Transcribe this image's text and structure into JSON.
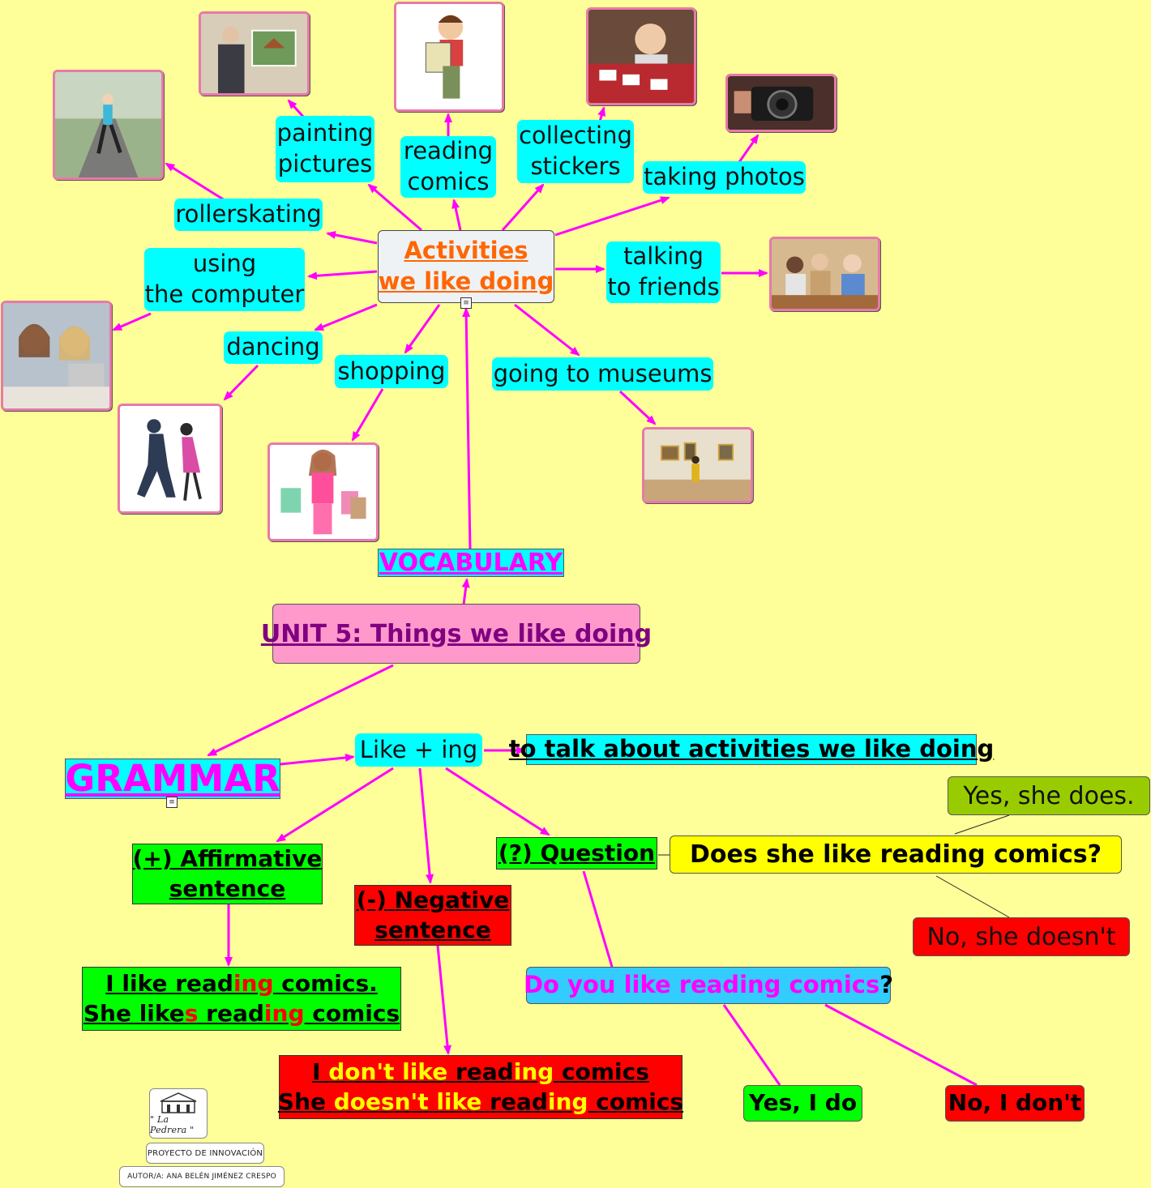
{
  "center": {
    "line1": "Activities",
    "line2": "we like doing"
  },
  "vocab": {
    "rollerskating": "rollerskating",
    "painting": {
      "line1": "painting",
      "line2": "pictures"
    },
    "reading": {
      "line1": "reading",
      "line2": "comics"
    },
    "collecting": {
      "line1": "collecting",
      "line2": "stickers"
    },
    "photos": "taking photos",
    "computer": {
      "line1": "using",
      "line2": "the computer"
    },
    "talking": {
      "line1": "talking",
      "line2": "to friends"
    },
    "dancing": "dancing",
    "shopping": "shopping",
    "museums": "going to museums"
  },
  "vocabulary_label": "VOCABULARY",
  "unit_title": "UNIT 5: Things we like doing",
  "grammar_label": "GRAMMAR",
  "like_ing": "Like + ing",
  "purpose": "to talk about activities we like doing",
  "affirmative": {
    "line1": "(+) Affirmative",
    "line2": "sentence"
  },
  "affirmative_examples": {
    "l1": [
      "I like read",
      "ing",
      " comics."
    ],
    "l2": [
      "She like",
      "s",
      " read",
      "ing",
      " comics"
    ]
  },
  "negative": {
    "line1": "(-) Negative",
    "line2": "sentence"
  },
  "negative_examples": {
    "l1": [
      "I ",
      "don't like ",
      "read",
      "ing",
      " comics"
    ],
    "l2": [
      "She ",
      "doesn't like ",
      "read",
      "ing",
      " comics"
    ]
  },
  "question": "(?) Question",
  "q_she": "Does she like reading comics?",
  "ans_she_yes": "Yes, she does.",
  "ans_she_no": "No, she doesn't",
  "q_you": {
    "main": "Do you like reading comics",
    "mark": "?"
  },
  "ans_you_yes": "Yes, I do",
  "ans_you_no": "No, I don't",
  "credits": {
    "logo": "\" La Pedrera \"",
    "project": "PROYECTO DE INNOVACIÓN",
    "author": "AUTOR/A: ANA BELÉN JIMÉNEZ CRESPO"
  },
  "colors": {
    "background": "#ffff99",
    "connector": "#ff00ff",
    "cyan": "#00ffff",
    "pink": "#ff99cc",
    "green": "#00ff00",
    "red": "#ff0000",
    "yellow": "#ffff00",
    "olive": "#99cc00",
    "orange": "#ff6600",
    "purple": "#800080",
    "blue": "#33ccff"
  }
}
